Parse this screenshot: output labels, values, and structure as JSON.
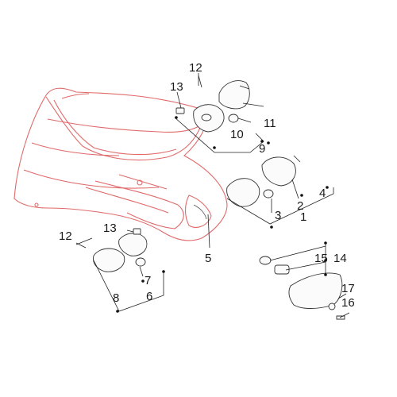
{
  "diagram": {
    "callouts": [
      {
        "id": "c12a",
        "text": "12"
      },
      {
        "id": "c13a",
        "text": "13"
      },
      {
        "id": "c10",
        "text": "10"
      },
      {
        "id": "c11",
        "text": "11"
      },
      {
        "id": "c9",
        "text": "9"
      },
      {
        "id": "c4",
        "text": "4"
      },
      {
        "id": "c2",
        "text": "2"
      },
      {
        "id": "c3",
        "text": "3"
      },
      {
        "id": "c1",
        "text": "1"
      },
      {
        "id": "c5",
        "text": "5"
      },
      {
        "id": "c12b",
        "text": "12"
      },
      {
        "id": "c13b",
        "text": "13"
      },
      {
        "id": "c7",
        "text": "7"
      },
      {
        "id": "c8",
        "text": "8"
      },
      {
        "id": "c6",
        "text": "6"
      },
      {
        "id": "c15",
        "text": "15"
      },
      {
        "id": "c14",
        "text": "14"
      },
      {
        "id": "c17",
        "text": "17"
      },
      {
        "id": "c16",
        "text": "16"
      }
    ]
  }
}
